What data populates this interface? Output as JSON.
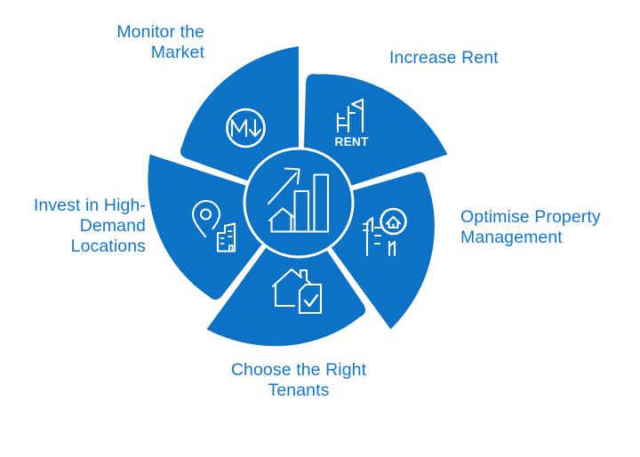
{
  "diagram": {
    "type": "pinwheel-cycle",
    "center": {
      "icon": "property-growth-chart-icon"
    },
    "segments": [
      {
        "id": "monitor-market",
        "icon": "market-monitor-icon",
        "lines": [
          "Monitor the",
          "Market"
        ]
      },
      {
        "id": "increase-rent",
        "icon": "rent-building-icon",
        "icon_text": "RENT",
        "lines": [
          "Increase Rent"
        ]
      },
      {
        "id": "optimise-property",
        "icon": "property-management-icon",
        "lines": [
          "Optimise Property",
          "Management"
        ]
      },
      {
        "id": "choose-tenants",
        "icon": "house-checklist-icon",
        "lines": [
          "Choose the Right",
          "Tenants"
        ]
      },
      {
        "id": "invest-locations",
        "icon": "location-building-icon",
        "lines": [
          "Invest in High-",
          "Demand",
          "Locations"
        ]
      }
    ]
  },
  "colors": {
    "shape_blue": "#0b72c6",
    "text_blue": "#1177d3",
    "icon_white": "#ffffff"
  }
}
